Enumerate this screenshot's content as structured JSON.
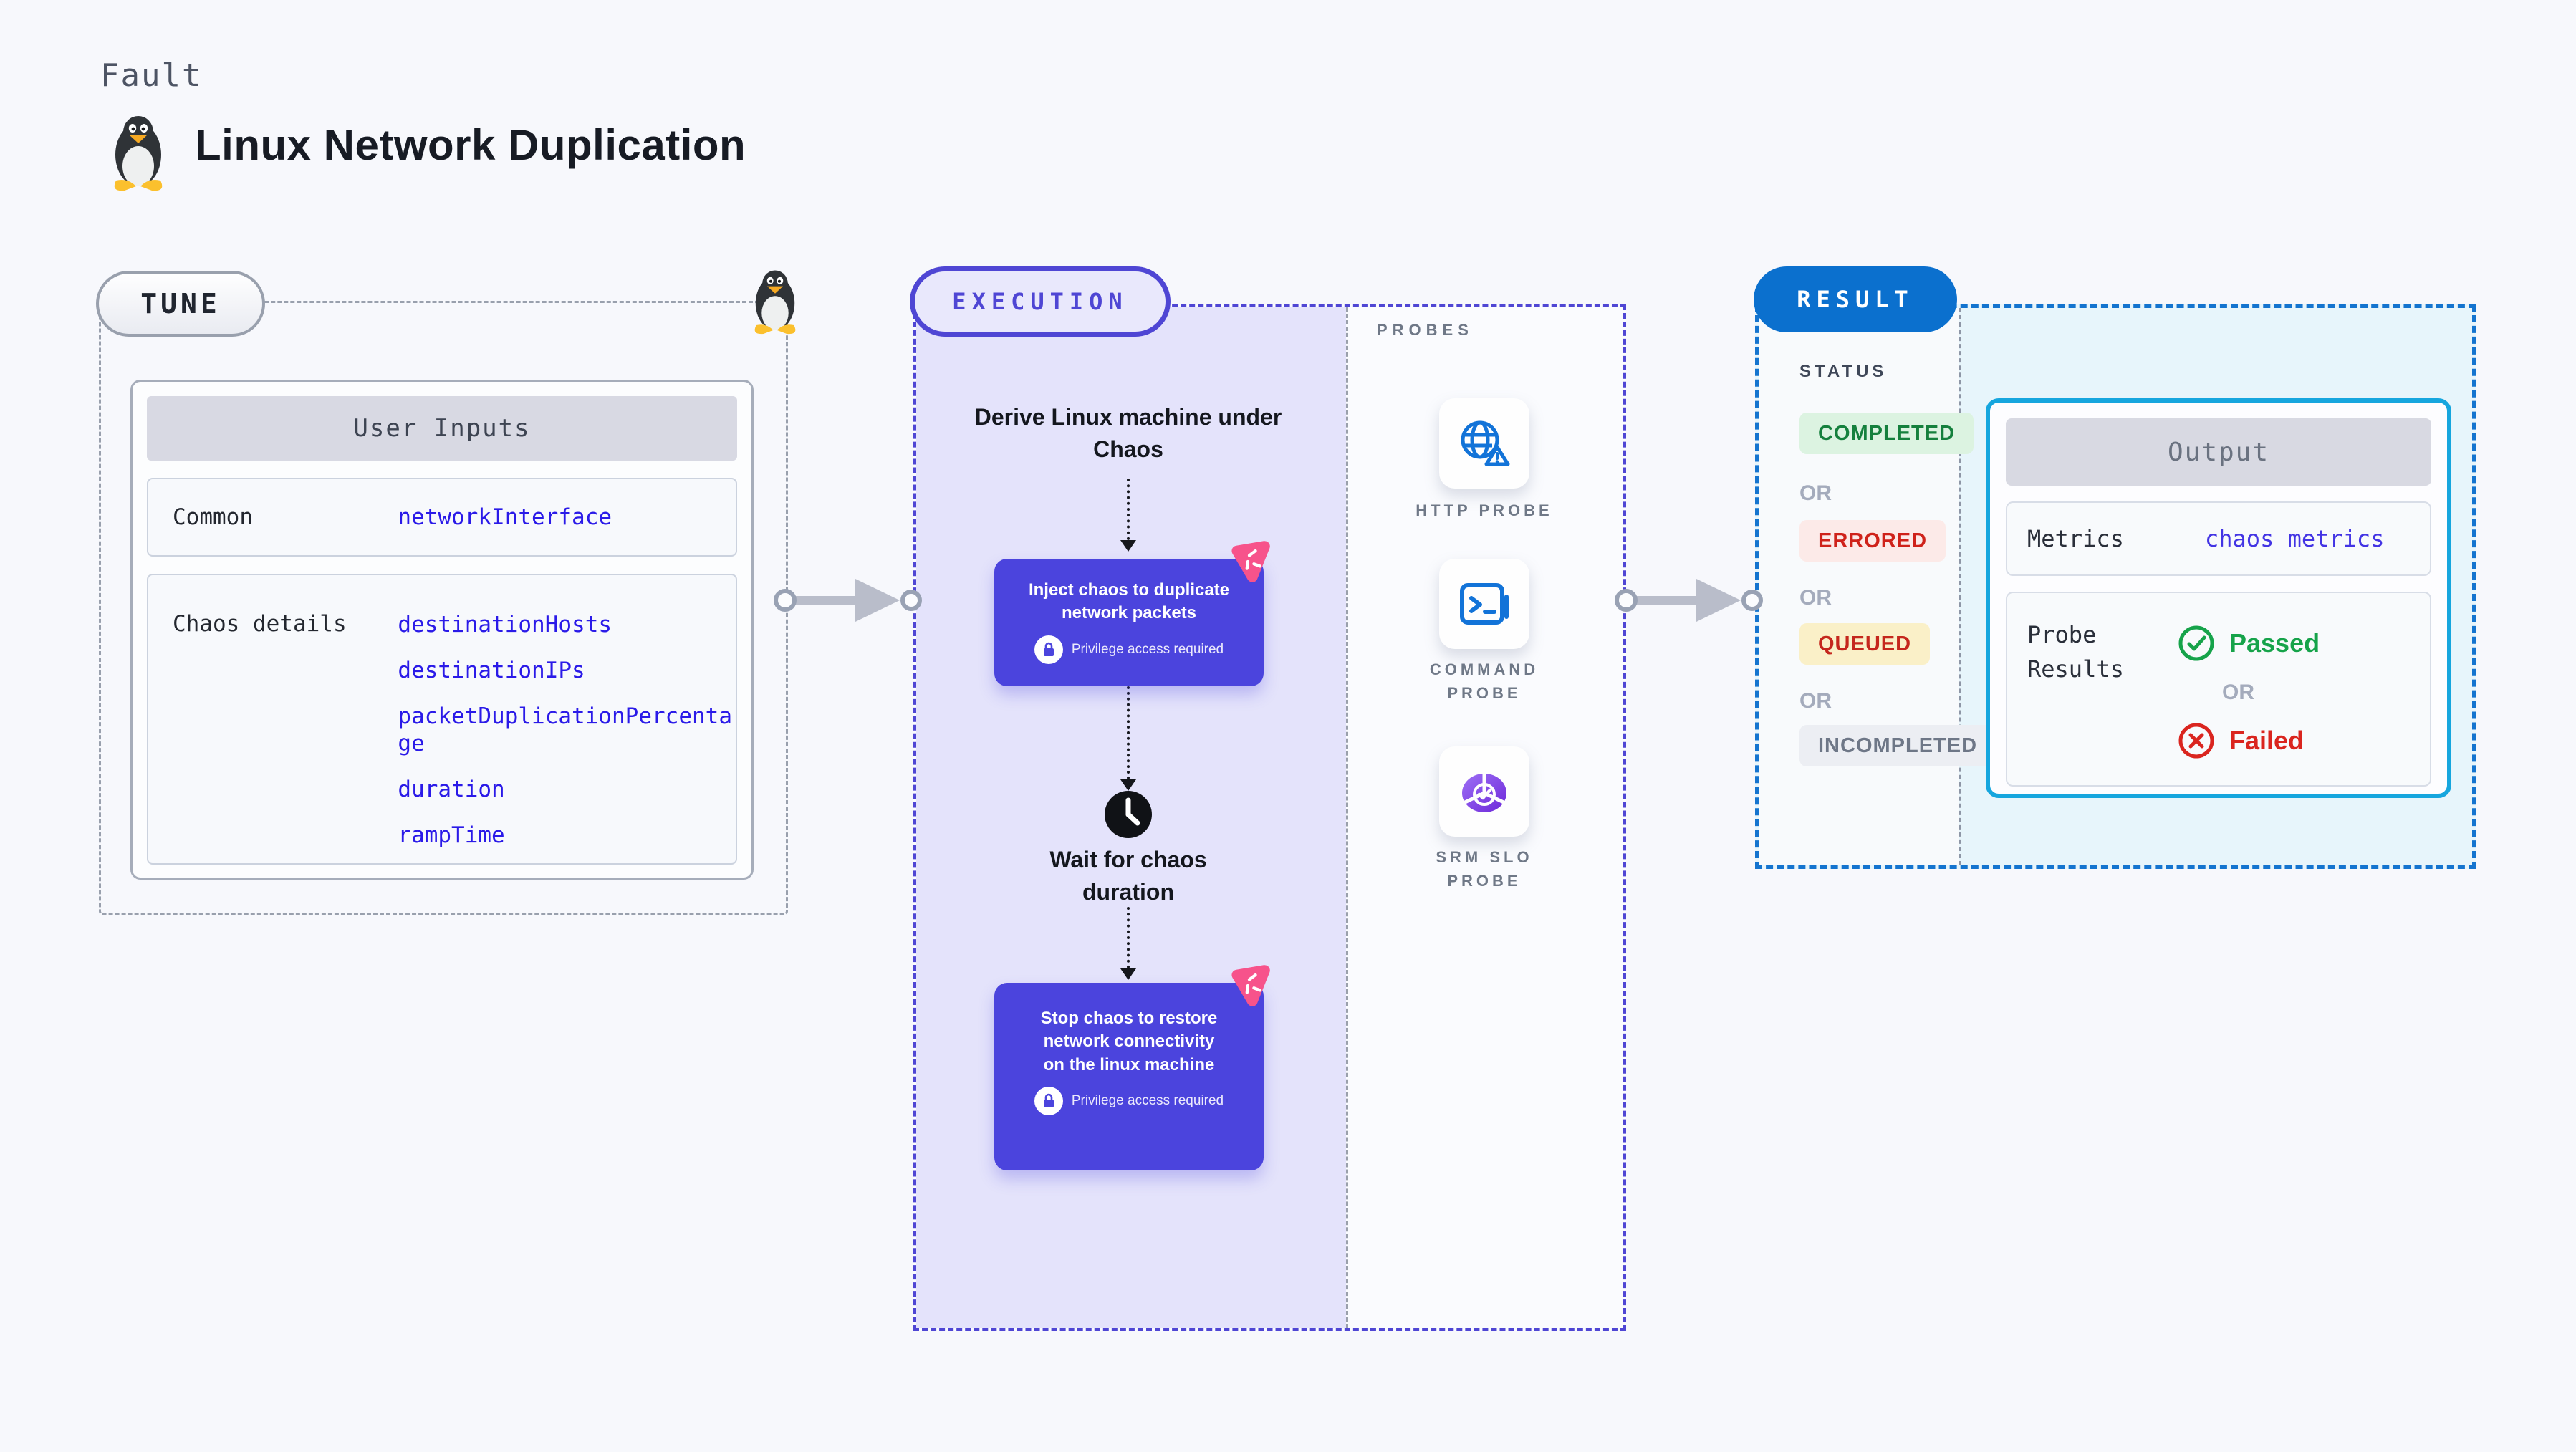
{
  "header": {
    "eyebrow": "Fault",
    "title": "Linux Network Duplication",
    "icon": "tux-penguin"
  },
  "tune": {
    "badge": "TUNE",
    "table": {
      "header": "User Inputs",
      "rows": [
        {
          "label": "Common",
          "values": [
            "networkInterface"
          ]
        },
        {
          "label": "Chaos details",
          "values": [
            "destinationHosts",
            "destinationIPs",
            "packetDuplicationPercentage",
            "duration",
            "rampTime"
          ]
        }
      ]
    }
  },
  "execution": {
    "badge": "EXECUTION",
    "privilege_note": "Privilege access required",
    "steps": {
      "derive": "Derive Linux machine under Chaos",
      "inject": "Inject chaos to duplicate network packets",
      "wait": "Wait for chaos duration",
      "stop": "Stop chaos to restore network connectivity on the linux machine"
    }
  },
  "probes": {
    "label": "PROBES",
    "items": [
      {
        "name": "HTTP PROBE",
        "icon": "globe-alert-icon"
      },
      {
        "name": "COMMAND PROBE",
        "icon": "terminal-icon"
      },
      {
        "name": "SRM SLO PROBE",
        "icon": "slo-donut-icon"
      }
    ]
  },
  "result": {
    "badge": "RESULT",
    "status_label": "STATUS",
    "or_label": "OR",
    "statuses": [
      {
        "label": "COMPLETED",
        "fg": "#15803d",
        "bg": "#dcf3e1"
      },
      {
        "label": "ERRORED",
        "fg": "#cf221a",
        "bg": "#fceae8"
      },
      {
        "label": "QUEUED",
        "fg": "#c5271d",
        "bg": "#faf0c8"
      },
      {
        "label": "INCOMPLETED",
        "fg": "#6e7787",
        "bg": "#eceef3"
      }
    ],
    "output": {
      "header": "Output",
      "metrics_label": "Metrics",
      "metrics_value": "chaos metrics",
      "probe_results_label": "Probe Results",
      "passed": "Passed",
      "failed": "Failed"
    }
  },
  "colors": {
    "page_bg": "#f7f8fc",
    "indigo_accent": "#4f46d4",
    "chaos_node_bg": "#4b44dd",
    "lavender_panel": "#e4e3fb",
    "input_value_blue": "#2a1ae8",
    "result_blue": "#0b70ce",
    "result_dash": "#1474cf",
    "output_border_cyan": "#16a6de",
    "output_panel_bg": "#e7f5fb",
    "probe_icon_blue": "#1273d8",
    "slo_purple": "#7c3aed",
    "chaos_logo_pink": "#f7538b",
    "passed_green": "#16a34a",
    "failed_red": "#da251f",
    "arrow_gray": "#b9bdca",
    "dash_gray": "#99a0ad"
  }
}
